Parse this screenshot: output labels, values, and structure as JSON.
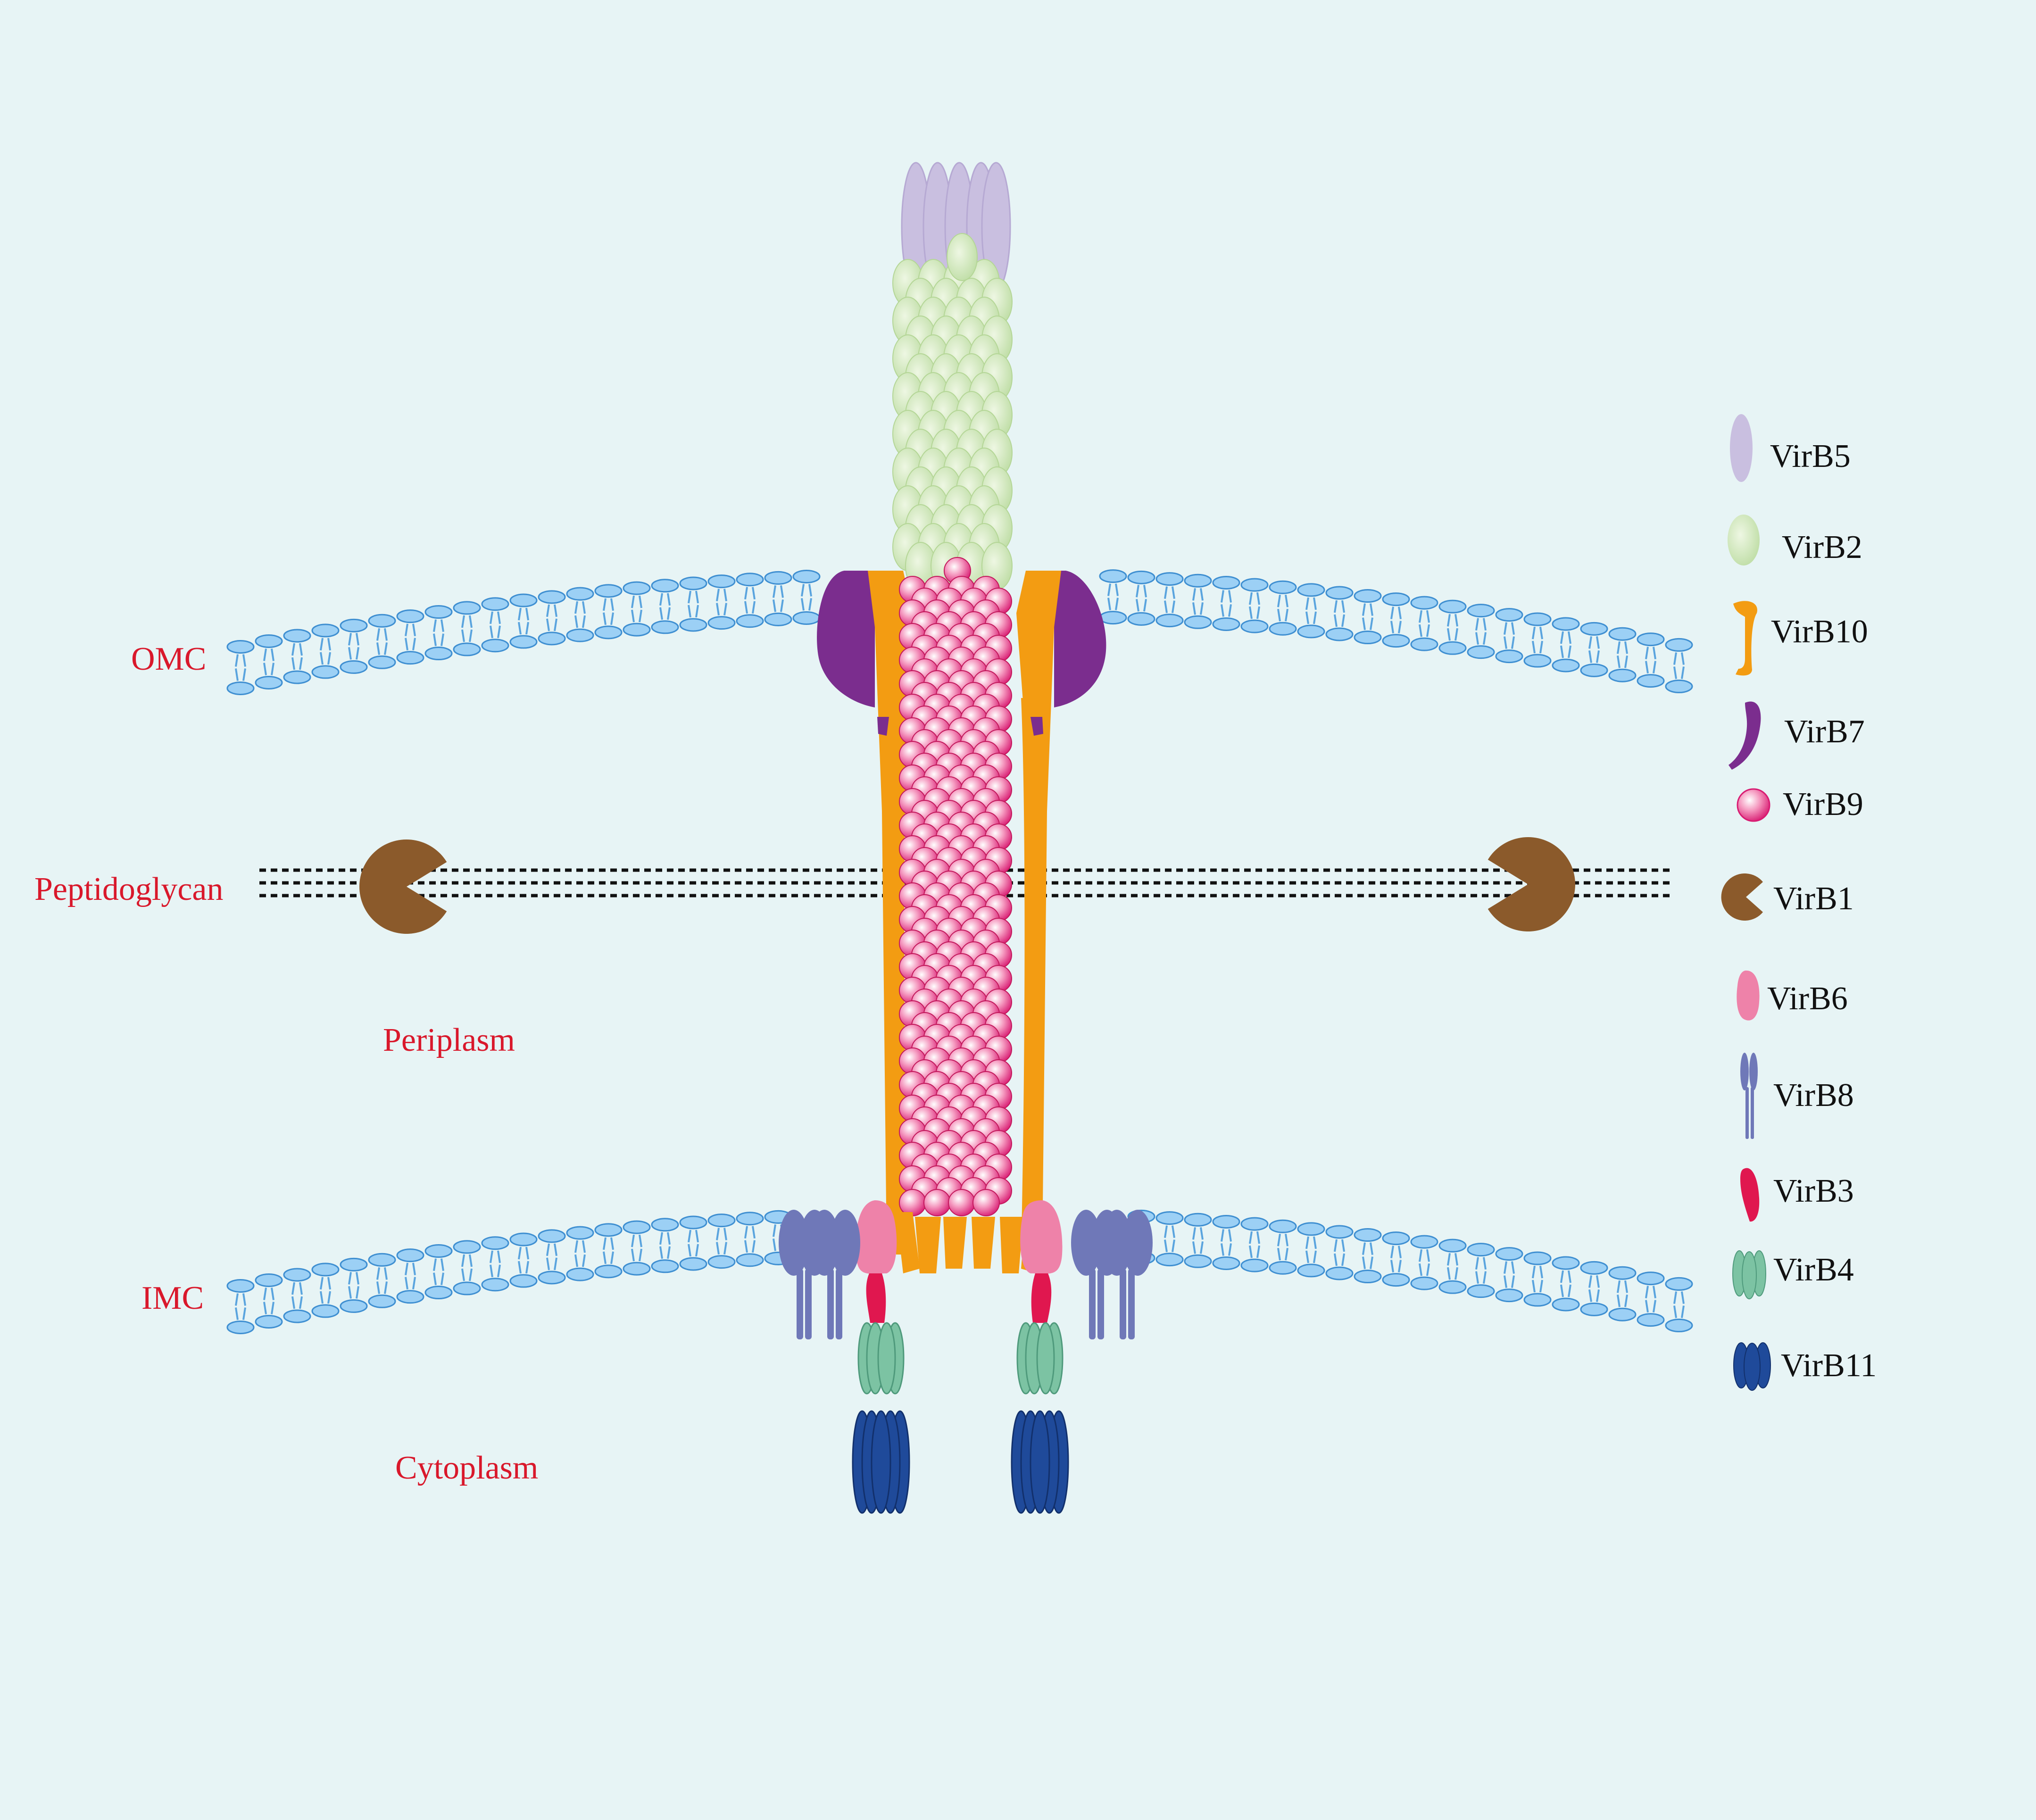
{
  "regions": {
    "omc": "OMC",
    "peptidoglycan": "Peptidoglycan",
    "periplasm": "Periplasm",
    "imc": "IMC",
    "cytoplasm": "Cytoplasm"
  },
  "legend": [
    {
      "key": "virb5",
      "label": "VirB5",
      "icon": "virb5-icon"
    },
    {
      "key": "virb2",
      "label": "VirB2",
      "icon": "virb2-icon"
    },
    {
      "key": "virb10",
      "label": "VirB10",
      "icon": "virb10-icon"
    },
    {
      "key": "virb7",
      "label": "VirB7",
      "icon": "virb7-icon"
    },
    {
      "key": "virb9",
      "label": "VirB9",
      "icon": "virb9-icon"
    },
    {
      "key": "virb1",
      "label": "VirB1",
      "icon": "virb1-icon"
    },
    {
      "key": "virb6",
      "label": "VirB6",
      "icon": "virb6-icon"
    },
    {
      "key": "virb8",
      "label": "VirB8",
      "icon": "virb8-icon"
    },
    {
      "key": "virb3",
      "label": "VirB3",
      "icon": "virb3-icon"
    },
    {
      "key": "virb4",
      "label": "VirB4",
      "icon": "virb4-icon"
    },
    {
      "key": "virb11",
      "label": "VirB11",
      "icon": "virb11-icon"
    }
  ],
  "colors": {
    "background": "#e7f4f5",
    "region_label": "#d9182b",
    "membrane": "#5aa4de",
    "virb5": "#c9bfe0",
    "virb2": "#cfe6b8",
    "virb10": "#f39c12",
    "virb7": "#7b2d8e",
    "virb9": "#e83e8c",
    "virb1": "#8b5a2b",
    "virb6": "#ee82a9",
    "virb8": "#6f78b8",
    "virb3": "#e0174f",
    "virb4": "#7cc3a3",
    "virb11": "#1f4a9a"
  }
}
